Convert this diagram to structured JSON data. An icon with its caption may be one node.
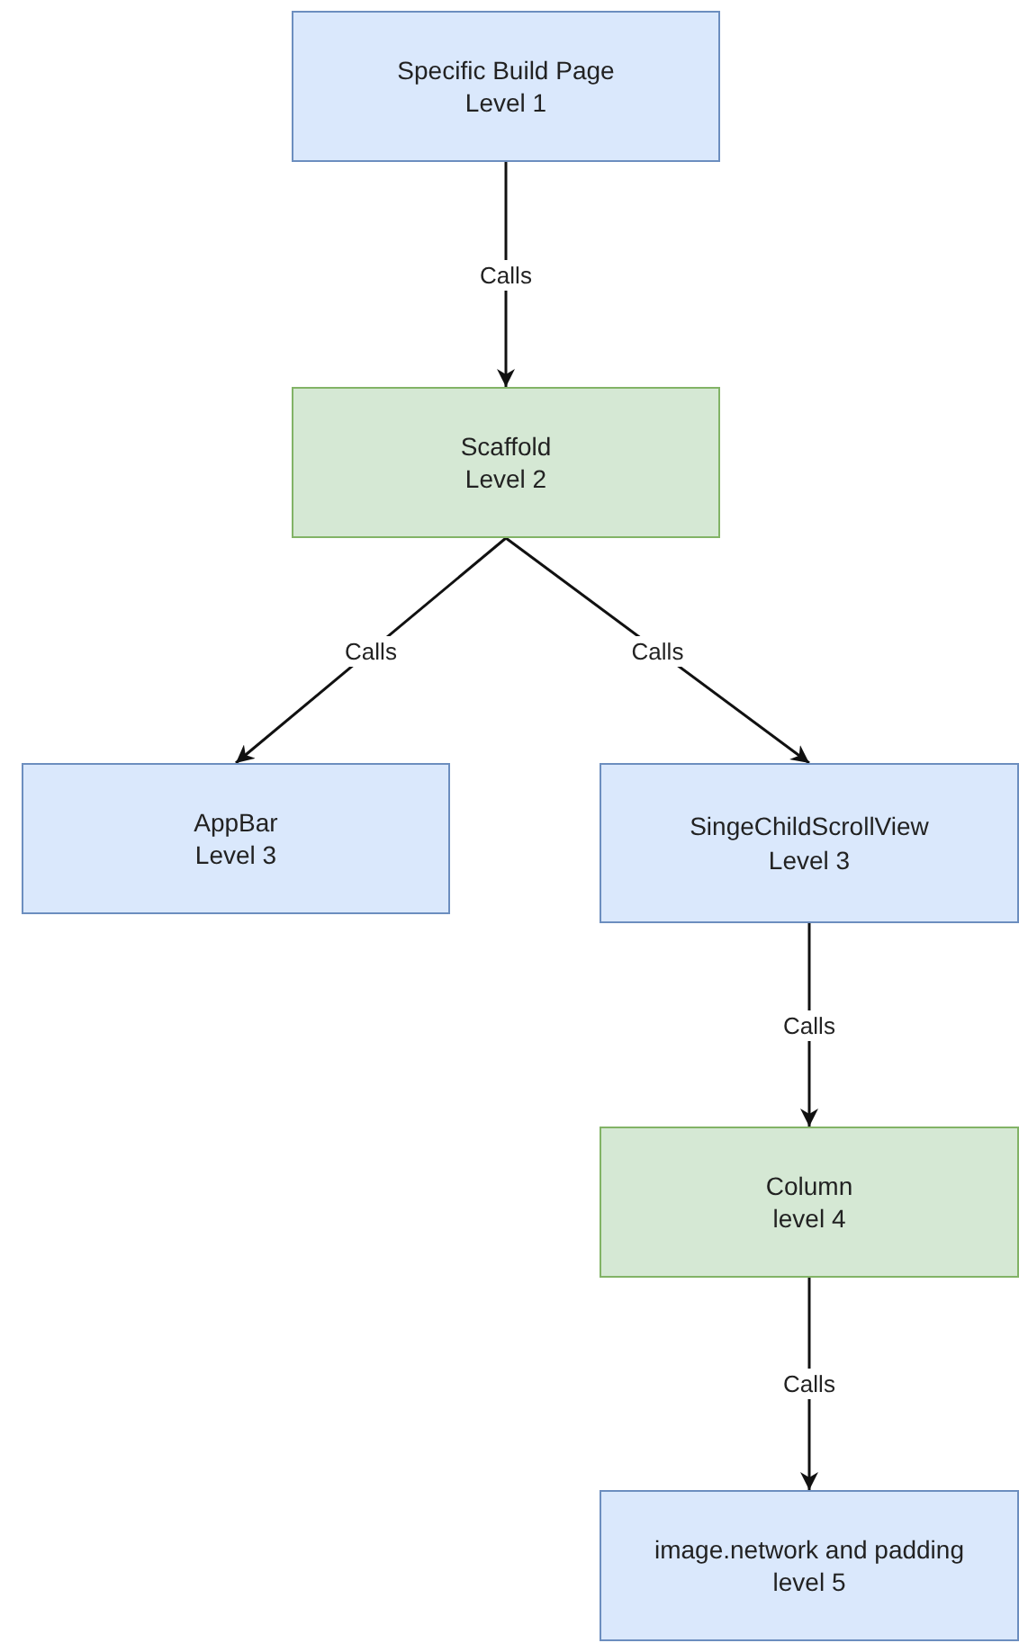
{
  "diagram": {
    "nodes": [
      {
        "text": [
          "Specific Build Page",
          "Level 1"
        ]
      },
      {
        "text": [
          "Scaffold",
          "Level 2"
        ]
      },
      {
        "text": [
          "AppBar",
          "Level 3"
        ]
      },
      {
        "text": [
          "SingeChildScrollView",
          "Level 3"
        ]
      },
      {
        "text": [
          "Column",
          "level 4"
        ]
      },
      {
        "text": [
          "image.network and padding",
          "level 5"
        ]
      }
    ],
    "edges": [
      {
        "from": 0,
        "to": 1,
        "arrow": "to",
        "label": "Calls"
      },
      {
        "from": 1,
        "to": 2,
        "arrow": "to",
        "label": "Calls"
      },
      {
        "from": 1,
        "to": 3,
        "arrow": "to",
        "label": "Calls"
      },
      {
        "from": 3,
        "to": 4,
        "arrow": "to",
        "label": "Calls"
      },
      {
        "from": 4,
        "to": 5,
        "arrow": "to",
        "label": "Calls"
      }
    ]
  }
}
